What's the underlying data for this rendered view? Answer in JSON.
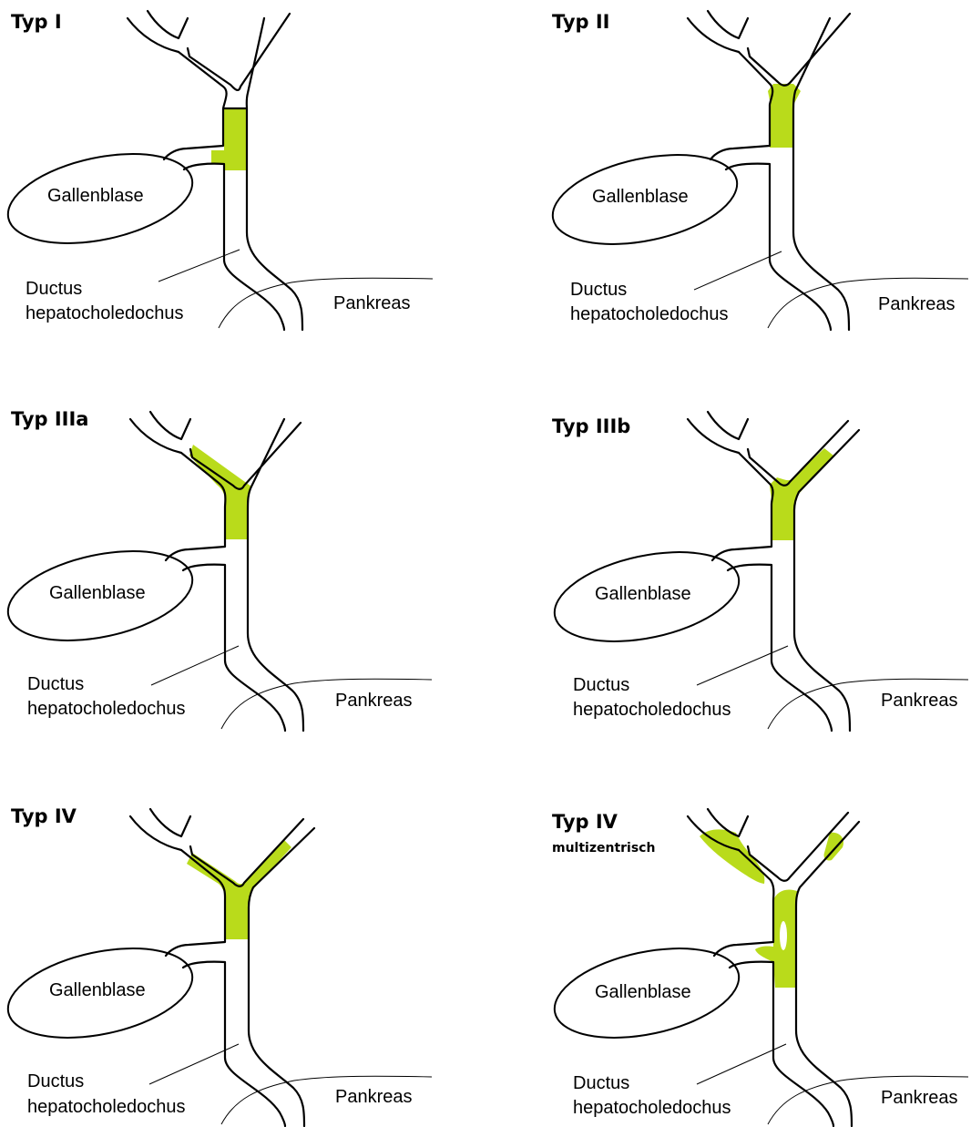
{
  "labels": {
    "gallbladder": "Gallenblase",
    "duct_line1": "Ductus",
    "duct_line2": "hepatocholedochus",
    "pancreas": "Pankreas"
  },
  "highlight_color": "#b9db1b",
  "panels": [
    {
      "title": "Typ I",
      "subtitle": "",
      "highlight": "common hepatic duct below the hilar confluence, at the cystic duct junction"
    },
    {
      "title": "Typ II",
      "subtitle": "",
      "highlight": "hilar confluence"
    },
    {
      "title": "Typ IIIa",
      "subtitle": "",
      "highlight": "confluence and right hepatic duct"
    },
    {
      "title": "Typ IIIb",
      "subtitle": "",
      "highlight": "confluence and left hepatic duct"
    },
    {
      "title": "Typ IV",
      "subtitle": "",
      "highlight": "confluence and both hepatic ducts"
    },
    {
      "title": "Typ IV",
      "subtitle": "multizentrisch",
      "highlight": "multiple separate foci"
    }
  ]
}
